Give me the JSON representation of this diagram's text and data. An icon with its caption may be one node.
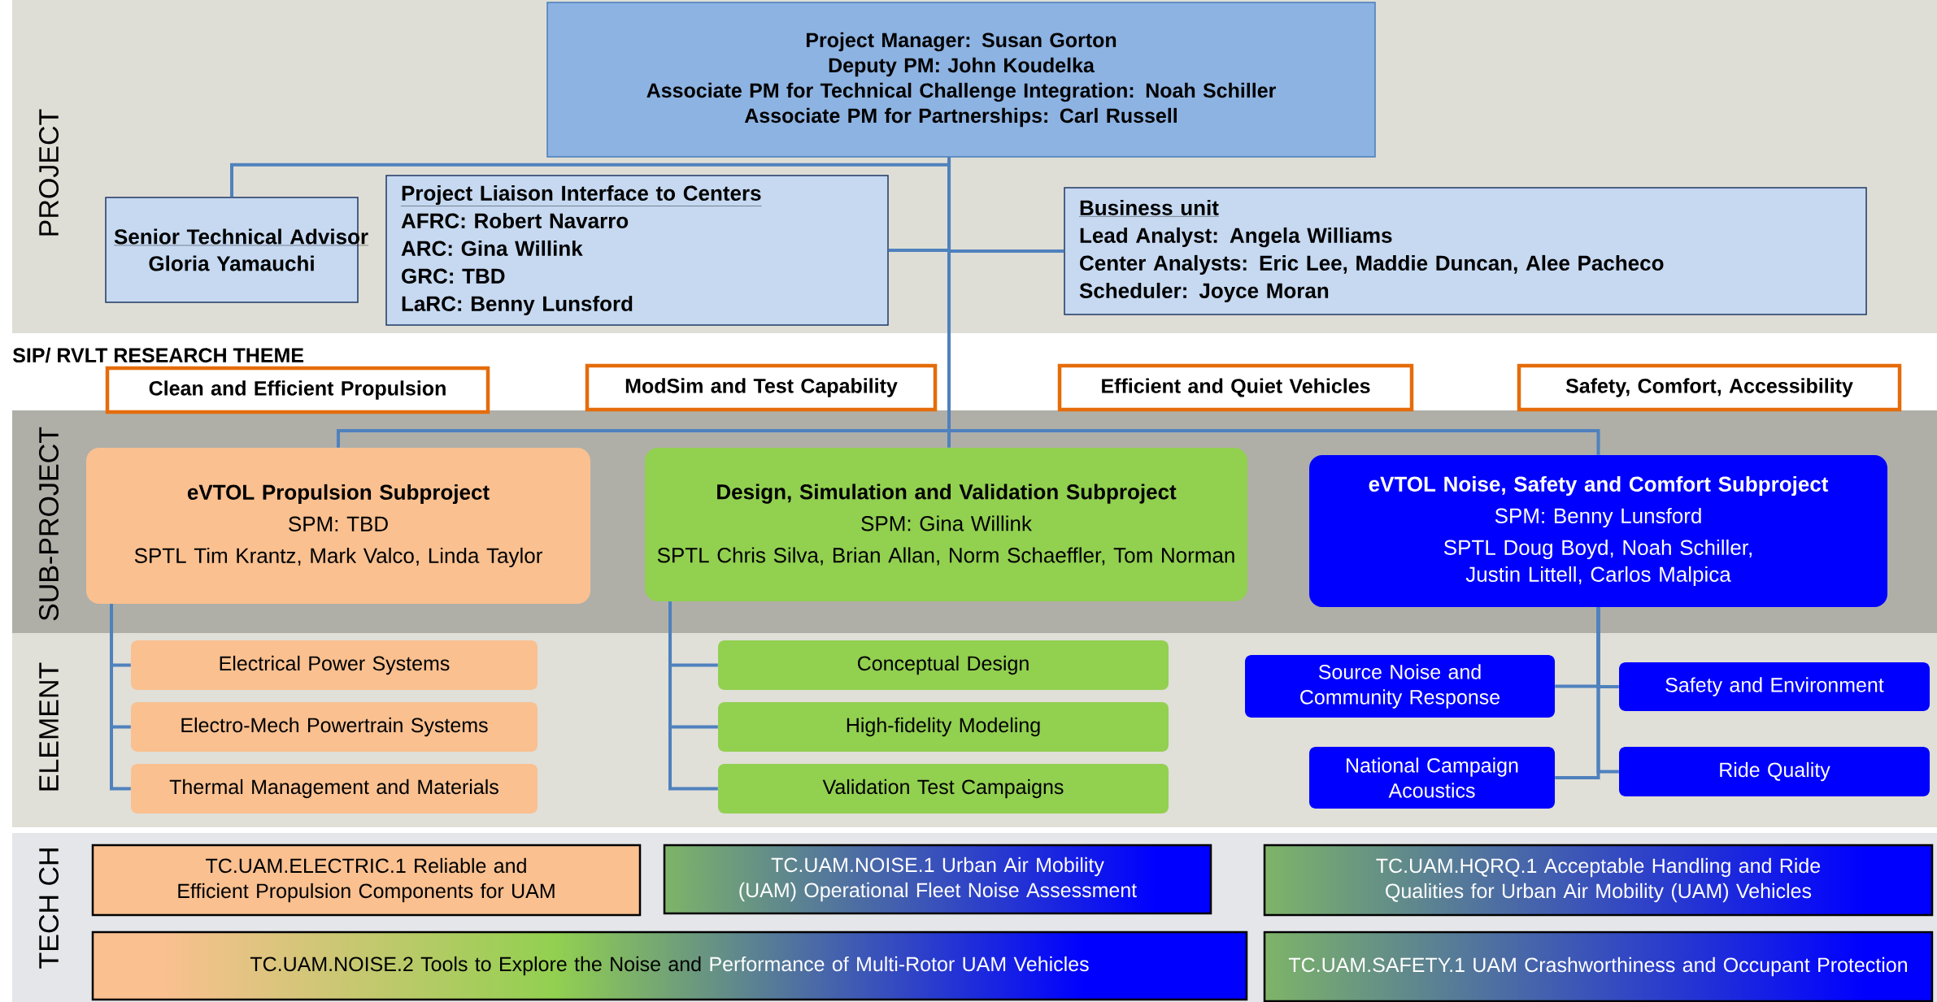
{
  "diagram": {
    "nodes": [
      {
        "text": [
          "Project Manager: Susan Gorton",
          "Deputy PM: John Koudelka",
          "Associate PM for Technical Challenge Integration: Noah Schiller",
          "Associate PM for Partnerships: Carl Russell"
        ]
      },
      {
        "text": [
          "Senior Technical Advisor",
          "Gloria Yamauchi"
        ]
      },
      {
        "text": [
          "Project Liaison Interface to Centers",
          "AFRC: Robert Navarro",
          "ARC: Gina Willink",
          "GRC: TBD",
          "LaRC: Benny Lunsford"
        ]
      },
      {
        "text": [
          "Business unit",
          "Lead Analyst: Angela Williams",
          "Center Analysts: Eric Lee, Maddie Duncan, Alee Pacheco",
          "Scheduler: Joyce Moran"
        ]
      },
      {
        "text": [
          "Clean and Efficient Propulsion"
        ]
      },
      {
        "text": [
          "ModSim and Test Capability"
        ]
      },
      {
        "text": [
          "Efficient and Quiet Vehicles"
        ]
      },
      {
        "text": [
          "Safety, Comfort, Accessibility"
        ]
      },
      {
        "text": [
          "eVTOL Propulsion Subproject",
          "SPM: TBD",
          "SPTL Tim Krantz, Mark Valco, Linda Taylor"
        ]
      },
      {
        "text": [
          "Design, Simulation and Validation Subproject",
          "SPM: Gina Willink",
          "SPTL Chris Silva, Brian Allan, Norm Schaeffler, Tom Norman"
        ]
      },
      {
        "text": [
          "eVTOL Noise, Safety and Comfort Subproject",
          "SPM: Benny Lunsford",
          "SPTL Doug Boyd, Noah Schiller, Justin Littell, Carlos Malpica"
        ]
      },
      {
        "text": [
          "Electrical Power Systems"
        ]
      },
      {
        "text": [
          "Electro-Mech Powertrain Systems"
        ]
      },
      {
        "text": [
          "Thermal Management and Materials"
        ]
      },
      {
        "text": [
          "Conceptual Design"
        ]
      },
      {
        "text": [
          "High-fidelity Modeling"
        ]
      },
      {
        "text": [
          "Validation Test Campaigns"
        ]
      },
      {
        "text": [
          "Source Noise and Community Response"
        ]
      },
      {
        "text": [
          "Safety and Environment"
        ]
      },
      {
        "text": [
          "National Campaign Acoustics"
        ]
      },
      {
        "text": [
          "Ride Quality"
        ]
      },
      {
        "text": [
          "TC.UAM.ELECTRIC.1 Reliable and Efficient Propulsion Components for UAM"
        ]
      },
      {
        "text": [
          "TC.UAM.NOISE.1 Urban Air Mobility (UAM) Operational Fleet Noise Assessment"
        ]
      },
      {
        "text": [
          "TC.UAM.HQRQ.1 Acceptable Handling and Ride Qualities for Urban Air Mobility (UAM) Vehicles"
        ]
      },
      {
        "text": [
          "TC.UAM.NOISE.2 Tools to Explore the Noise and",
          "Performance of Multi-Rotor UAM Vehicles"
        ]
      },
      {
        "text": [
          "TC.UAM.SAFETY.1 UAM Crashworthiness and Occupant Protection"
        ]
      }
    ],
    "edges": [
      {
        "from": 0,
        "to": 1,
        "arrow": "none"
      },
      {
        "from": 0,
        "to": 2,
        "arrow": "none"
      },
      {
        "from": 0,
        "to": 3,
        "arrow": "none"
      },
      {
        "from": 0,
        "to": 8,
        "arrow": "none"
      },
      {
        "from": 0,
        "to": 9,
        "arrow": "none"
      },
      {
        "from": 0,
        "to": 10,
        "arrow": "none"
      },
      {
        "from": 8,
        "to": 11,
        "arrow": "none"
      },
      {
        "from": 8,
        "to": 12,
        "arrow": "none"
      },
      {
        "from": 8,
        "to": 13,
        "arrow": "none"
      },
      {
        "from": 9,
        "to": 14,
        "arrow": "none"
      },
      {
        "from": 9,
        "to": 15,
        "arrow": "none"
      },
      {
        "from": 9,
        "to": 16,
        "arrow": "none"
      },
      {
        "from": 10,
        "to": 17,
        "arrow": "none"
      },
      {
        "from": 10,
        "to": 18,
        "arrow": "none"
      },
      {
        "from": 10,
        "to": 19,
        "arrow": "none"
      },
      {
        "from": 10,
        "to": 20,
        "arrow": "none"
      }
    ],
    "labels": [
      "PROJECT",
      "SIP/ RVLT RESEARCH THEME",
      "SUB-PROJECT",
      "ELEMENT",
      "TECH CH"
    ]
  }
}
